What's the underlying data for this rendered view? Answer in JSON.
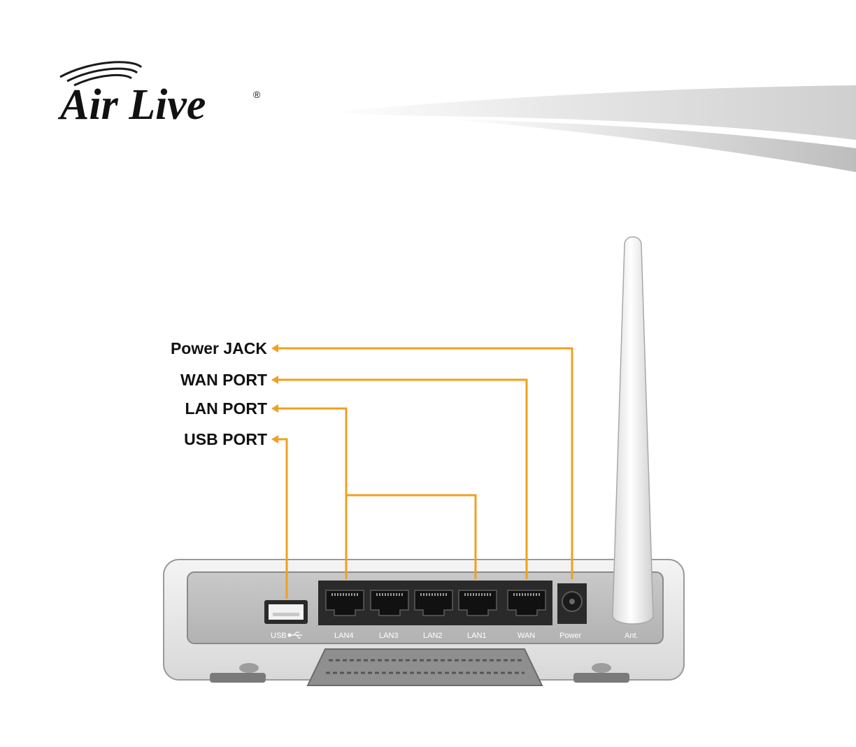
{
  "brand": {
    "logo_text": "Air Live",
    "registered_mark": "®",
    "accent_color": "#F0A020"
  },
  "callouts": [
    {
      "id": "power",
      "label": "Power JACK"
    },
    {
      "id": "wan",
      "label": "WAN PORT"
    },
    {
      "id": "lan",
      "label": "LAN PORT"
    },
    {
      "id": "usb",
      "label": "USB PORT"
    }
  ],
  "ports": {
    "usb": "USB",
    "lan4": "LAN4",
    "lan3": "LAN3",
    "lan2": "LAN2",
    "lan1": "LAN1",
    "wan": "WAN",
    "power": "Power",
    "antenna": "Ant."
  },
  "icons": [
    "wifi-arc-icon",
    "usb-symbol-icon"
  ]
}
